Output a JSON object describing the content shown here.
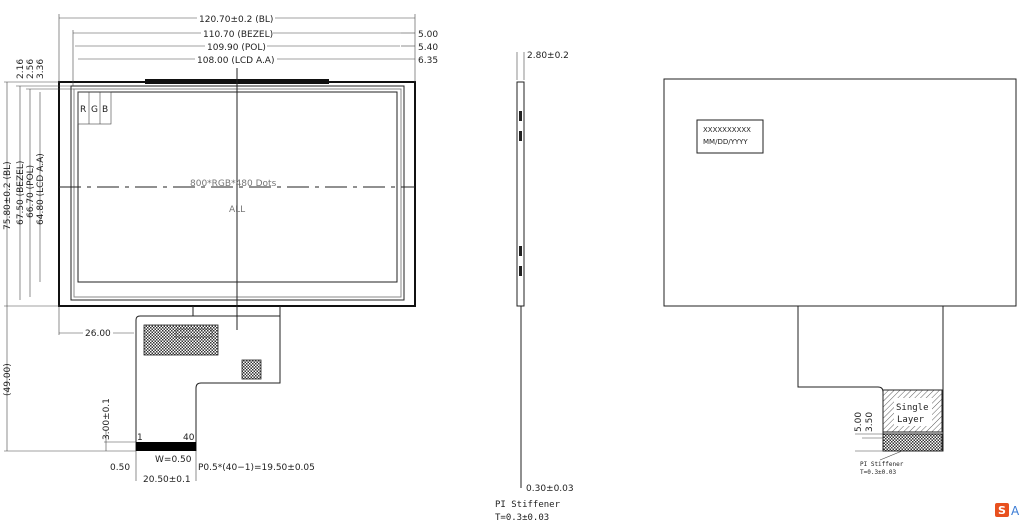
{
  "front_view": {
    "dim_bl_width": "120.70±0.2 (BL)",
    "dim_bezel_width": "110.70 (BEZEL)",
    "dim_pol_width": "109.90 (POL)",
    "dim_lcd_width": "108.00 (LCD A.A)",
    "offset_bezel": "5.00",
    "offset_pol": "5.40",
    "offset_lcd": "6.35",
    "dim_bl_height": "75.80±0.2 (BL)",
    "dim_bezel_height": "67.50 (BEZEL)",
    "dim_pol_height": "66.70 (POL)",
    "dim_lcd_height": "64.80 (LCD A.A)",
    "top_offset_1": "2.16",
    "top_offset_2": "2.56",
    "top_offset_3": "3.36",
    "pixel_r": "R",
    "pixel_g": "G",
    "pixel_b": "B",
    "resolution": "800*RGB*480  Dots",
    "all_label": "ALL",
    "fpc_offset": "26.00",
    "fpc_length": "(49.00)",
    "contact_length": "3.00±0.1",
    "pin_first": "1",
    "pin_last": "40",
    "pin_width": "W=0.50",
    "edge_offset": "0.50",
    "pitch": "P0.5*(40−1)=19.50±0.05",
    "connector_width": "20.50±0.1"
  },
  "side_view": {
    "thickness": "2.80±0.2",
    "fpc_thickness": "0.30±0.03",
    "stiffener_label": "PI Stiffener",
    "stiffener_thickness": "T=0.3±0.03"
  },
  "back_view": {
    "label_code": "XXXXXXXXXX",
    "label_date": "MM/DD/YYYY",
    "single_layer_line1": "Single",
    "single_layer_line2": "Layer",
    "dim_5": "5.00",
    "dim_3_5": "3.50",
    "stiffener_label": "PI Stiffener",
    "stiffener_thickness": "T=0.3±0.03"
  },
  "logo": {
    "text": "S A",
    "color": "#e8501e"
  }
}
